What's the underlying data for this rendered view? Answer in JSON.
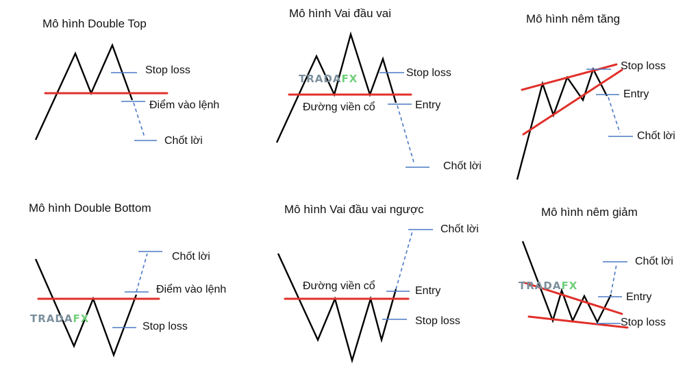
{
  "panels": {
    "double_top": {
      "title": "Mô hình Double Top",
      "labels": {
        "stop": "Stop loss",
        "entry": "Điểm vào lệnh",
        "target": "Chốt lời"
      }
    },
    "head_shoulders": {
      "title": "Mô hình Vai đầu vai",
      "labels": {
        "stop": "Stop loss",
        "neckline": "Đường viền cổ",
        "entry": "Entry",
        "target": "Chốt lời"
      }
    },
    "rising_wedge": {
      "title": "Mô hình nêm tăng",
      "labels": {
        "stop": "Stop loss",
        "entry": "Entry",
        "target": "Chốt lời"
      }
    },
    "double_bottom": {
      "title": "Mô hình Double Bottom",
      "labels": {
        "target": "Chốt lời",
        "entry": "Điểm vào lệnh",
        "stop": "Stop loss"
      }
    },
    "inverse_head_shoulders": {
      "title": "Mô hình Vai đầu vai ngược",
      "labels": {
        "target": "Chốt lời",
        "neckline": "Đường viền cổ",
        "entry": "Entry",
        "stop": "Stop loss"
      }
    },
    "falling_wedge": {
      "title": "Mô hình nêm giảm",
      "labels": {
        "target": "Chốt lời",
        "entry": "Entry",
        "stop": "Stop loss"
      }
    }
  },
  "watermark": {
    "part1": "TRADA",
    "part2": "FX"
  },
  "colors": {
    "price_line": "#000000",
    "neckline": "#e0302a",
    "level_marker": "#4a78c2"
  }
}
